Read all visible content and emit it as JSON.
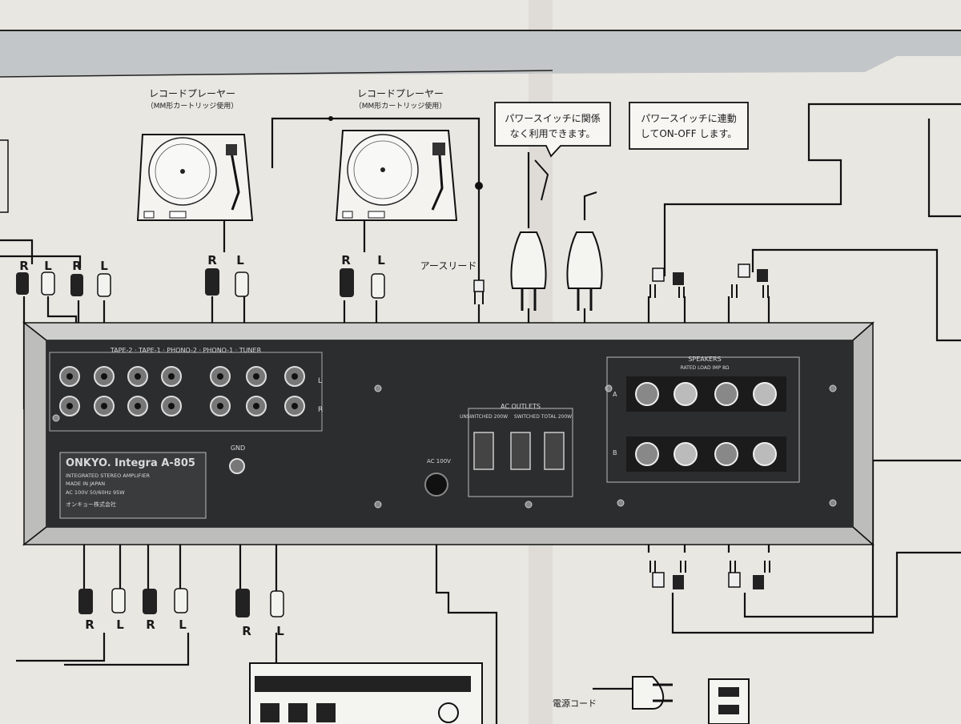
{
  "turntable_1": {
    "title": "レコードプレーヤー",
    "subtitle": "（MM形カートリッジ使用）"
  },
  "turntable_2": {
    "title": "レコードプレーヤー",
    "subtitle": "（MM形カートリッジ使用）"
  },
  "note_unswitched": {
    "line1": "パワースイッチに関係",
    "line2": "なく利用できます。"
  },
  "note_switched": {
    "line1": "パワースイッチに連動",
    "line2": "してON-OFF します。"
  },
  "earth_lead": "アースリード",
  "power_cord": "電源コード",
  "rl": {
    "r": "R",
    "l": "L"
  },
  "amp": {
    "brand": "ONKYO. Integra A-805",
    "subtitle": "INTEGRATED STEREO AMPLIFIER",
    "made": "MADE IN JAPAN",
    "rating": "AC 100V 50/60Hz 95W",
    "maker": "オンキョー株式会社",
    "inputs_label": "TAPE-2 · TAPE-1 · PHONO-2 · PHONO-1 · TUNER",
    "ch_l": "L",
    "ch_r": "R",
    "gnd": "GND",
    "ac_in": "AC 100V",
    "ac_outlets": "AC OUTLETS",
    "unswitched": "UNSWITCHED 200W",
    "switched": "SWITCHED TOTAL 200W",
    "speakers": "SPEAKERS",
    "spk_rating": "RATED LOAD IMP 8Ω",
    "sp_a": "A",
    "sp_b": "B"
  }
}
